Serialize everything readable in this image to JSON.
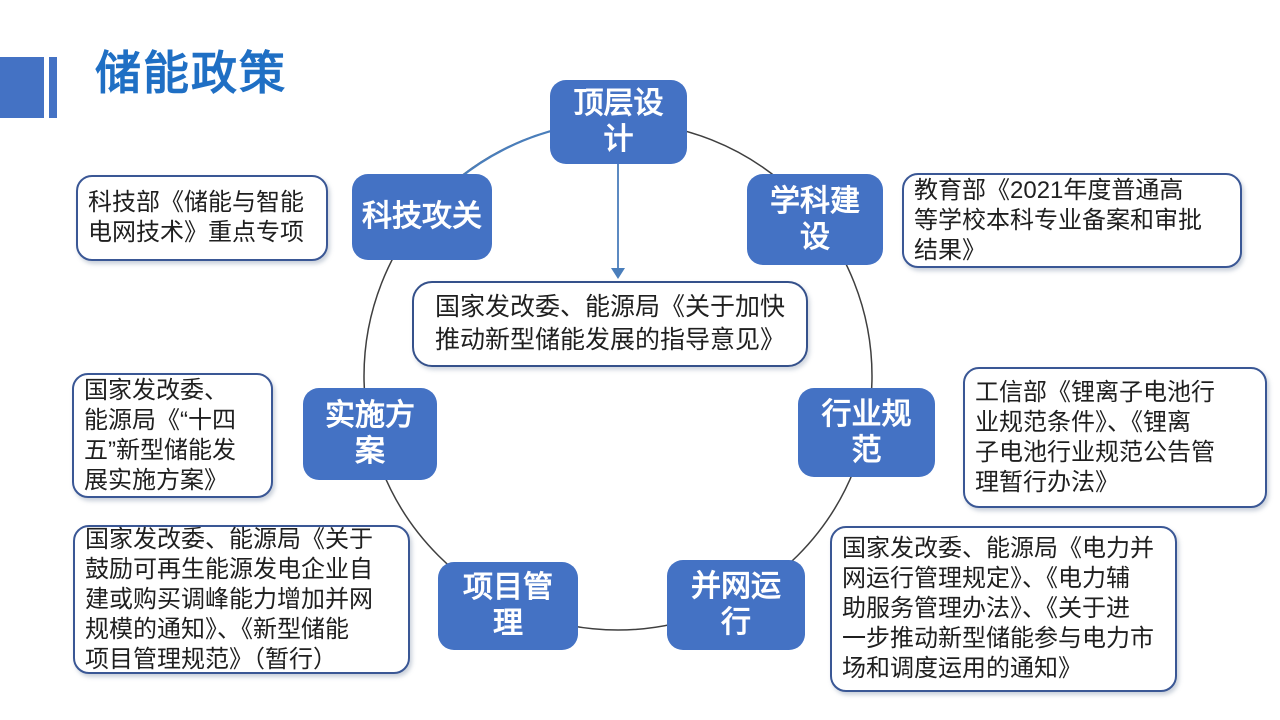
{
  "slide": {
    "title": "储能政策"
  },
  "colors": {
    "title_blue": "#1F6FC4",
    "node_fill": "#4472C4",
    "callout_border": "#3A5795",
    "center_border": "#35518B",
    "circle_stroke": "#3F3F3F",
    "connector_blue": "#4A7EBB",
    "text_dark": "#1F1F1F"
  },
  "diagram": {
    "center_box": {
      "text": "国家发改委、能源局《关于加快\n推动新型储能发展的指导意见》"
    },
    "nodes": [
      {
        "key": "top-level-design",
        "label": "顶层设\n计"
      },
      {
        "key": "tech-research",
        "label": "科技攻关"
      },
      {
        "key": "discipline-construction",
        "label": "学科建\n设"
      },
      {
        "key": "implementation-plan",
        "label": "实施方\n案"
      },
      {
        "key": "industry-standards",
        "label": "行业规\n范"
      },
      {
        "key": "project-management",
        "label": "项目管\n理"
      },
      {
        "key": "grid-operation",
        "label": "并网运\n行"
      }
    ],
    "callouts": [
      {
        "key": "tech-research-policy",
        "text": "科技部《储能与智能\n电网技术》重点专项"
      },
      {
        "key": "discipline-policy",
        "text": "教育部《2021年度普通高\n等学校本科专业备案和审批\n结果》"
      },
      {
        "key": "implementation-policy",
        "text": "国家发改委、\n能源局《“十四\n五”新型储能发\n展实施方案》"
      },
      {
        "key": "industry-standards-policy",
        "text": "工信部《锂离子电池行\n业规范条件》、《锂离\n子电池行业规范公告管\n理暂行办法》"
      },
      {
        "key": "project-management-policy",
        "text": "国家发改委、能源局《关于\n鼓励可再生能源发电企业自\n建或购买调峰能力增加并网\n规模的通知》、《新型储能\n项目管理规范》（暂行）"
      },
      {
        "key": "grid-operation-policy",
        "text": "国家发改委、能源局《电力并\n网运行管理规定》、《电力辅\n助服务管理办法》、《关于进\n一步推动新型储能参与电力市\n场和调度运用的通知》"
      }
    ]
  }
}
